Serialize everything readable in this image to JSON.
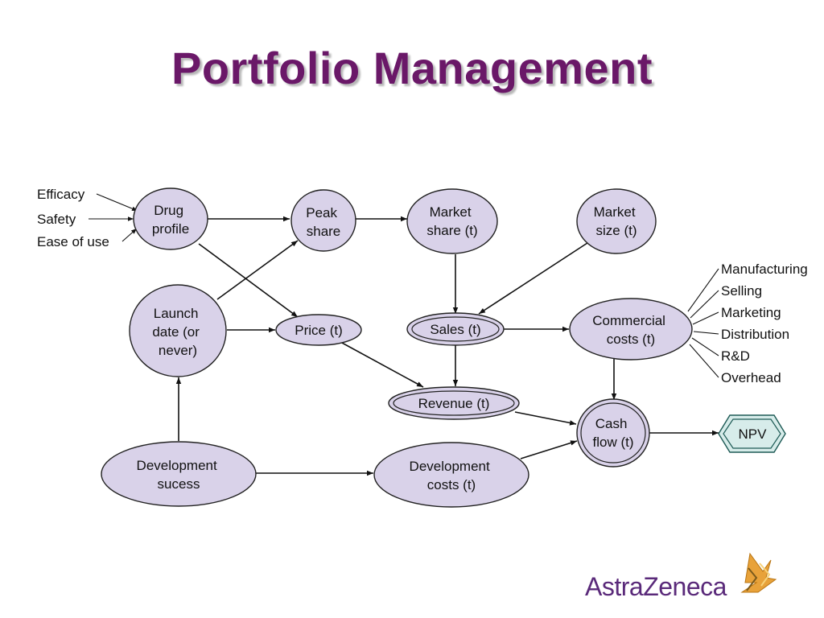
{
  "slide": {
    "title": "Portfolio Management"
  },
  "diagram": {
    "inputs": {
      "efficacy": "Efficacy",
      "safety": "Safety",
      "ease_of_use": "Ease of use"
    },
    "nodes": {
      "drug_profile": [
        "Drug",
        "profile"
      ],
      "peak_share": [
        "Peak",
        "share"
      ],
      "market_share": [
        "Market",
        "share (t)"
      ],
      "market_size": [
        "Market",
        "size (t)"
      ],
      "launch_date": [
        "Launch",
        "date (or",
        "never)"
      ],
      "price": [
        "Price (t)"
      ],
      "sales": [
        "Sales (t)"
      ],
      "commercial_costs": [
        "Commercial",
        "costs (t)"
      ],
      "revenue": [
        "Revenue (t)"
      ],
      "cash_flow": [
        "Cash",
        "flow (t)"
      ],
      "npv": [
        "NPV"
      ],
      "development_success": [
        "Development",
        "sucess"
      ],
      "development_costs": [
        "Development",
        "costs (t)"
      ]
    },
    "cost_categories": {
      "manufacturing": "Manufacturing",
      "selling": "Selling",
      "marketing": "Marketing",
      "distribution": "Distribution",
      "rd": "R&D",
      "overhead": "Overhead"
    },
    "colors": {
      "node_fill": "#d9d2e9",
      "npv_fill": "#d7ecea",
      "title": "#6a1868"
    }
  },
  "brand": {
    "logo_text": "AstraZeneca",
    "logo_icon": "astrazeneca-logo-icon"
  }
}
